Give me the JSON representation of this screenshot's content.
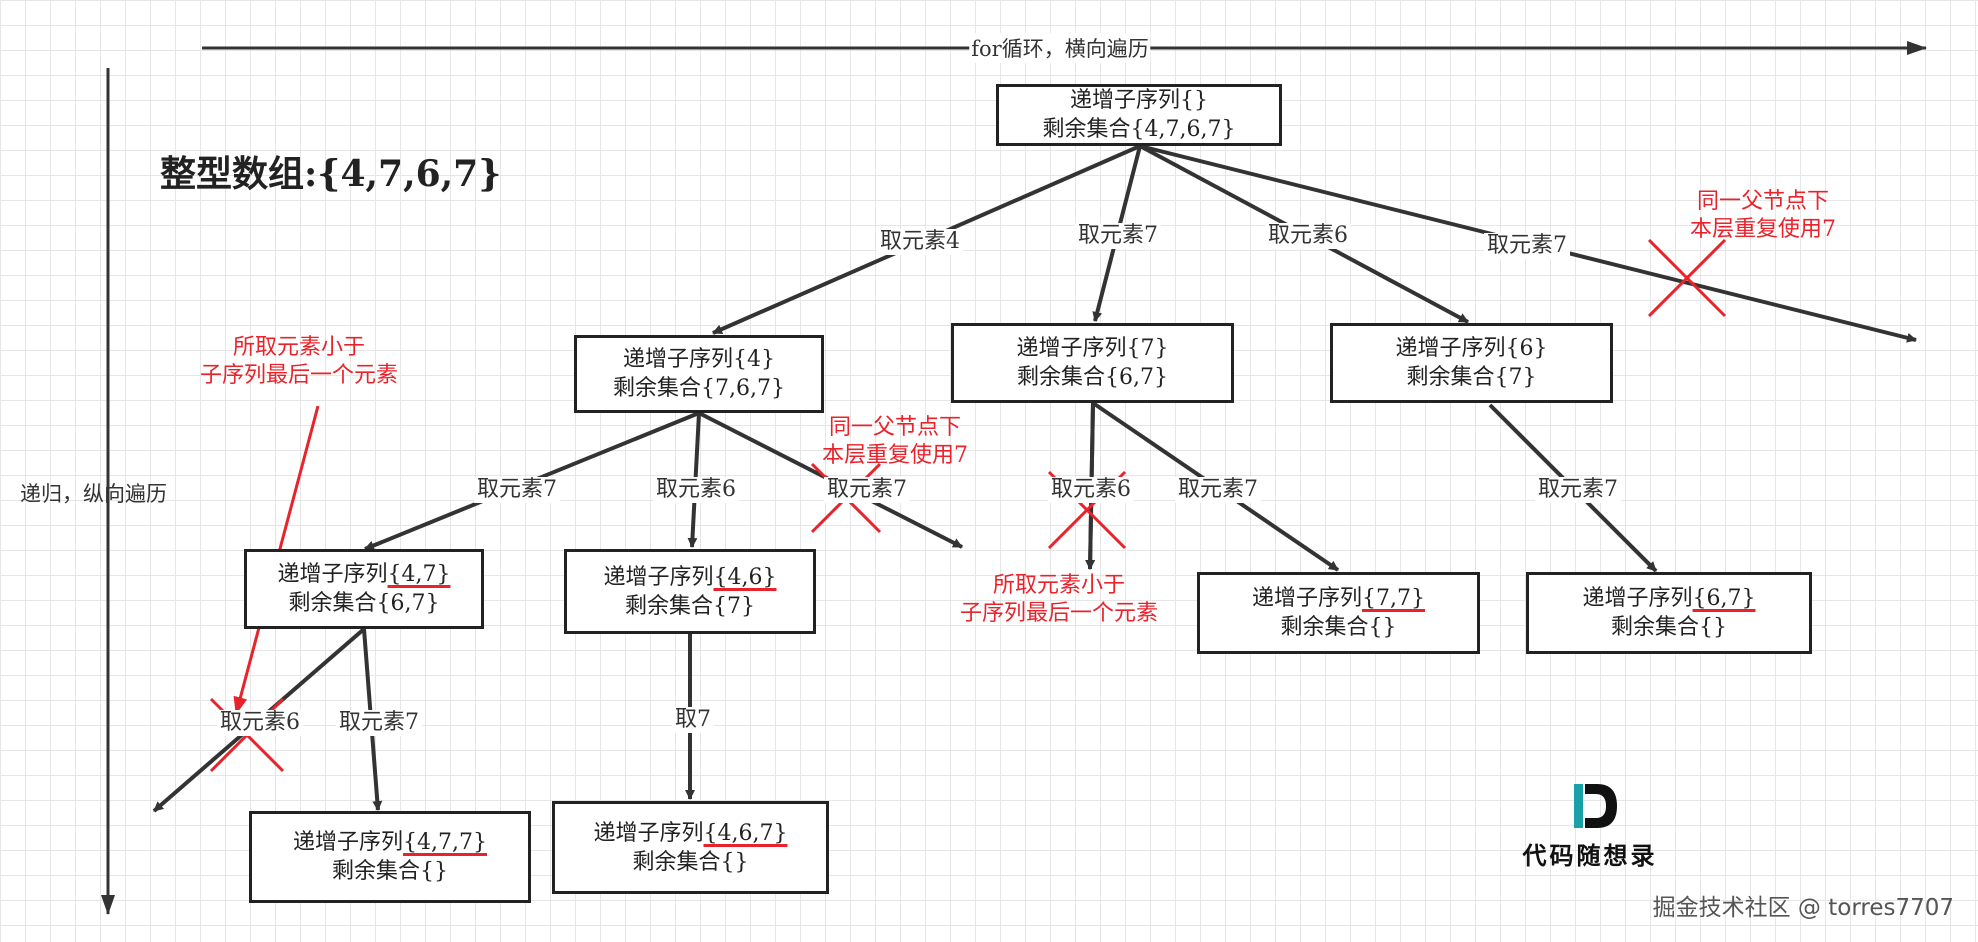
{
  "axes": {
    "horizontal_label": "for循环，横向遍历",
    "vertical_label": "递归，纵向遍历"
  },
  "title": "整型数组:{4,7,6,7}",
  "nodes": [
    {
      "line1_prefix": "递增子序列",
      "line1_hl": "{}",
      "highlight": false,
      "line2": "剩余集合{4,7,6,7}"
    },
    {
      "line1_prefix": "递增子序列",
      "line1_hl": "{4}",
      "highlight": false,
      "line2": "剩余集合{7,6,7}"
    },
    {
      "line1_prefix": "递增子序列",
      "line1_hl": "{7}",
      "highlight": false,
      "line2": "剩余集合{6,7}"
    },
    {
      "line1_prefix": "递增子序列",
      "line1_hl": "{6}",
      "highlight": false,
      "line2": "剩余集合{7}"
    },
    {
      "line1_prefix": "递增子序列",
      "line1_hl": "{4,7}",
      "highlight": true,
      "line2": "剩余集合{6,7}"
    },
    {
      "line1_prefix": "递增子序列",
      "line1_hl": "{4,6}",
      "highlight": true,
      "line2": "剩余集合{7}"
    },
    {
      "line1_prefix": "递增子序列",
      "line1_hl": "{7,7}",
      "highlight": true,
      "line2": "剩余集合{}"
    },
    {
      "line1_prefix": "递增子序列",
      "line1_hl": "{6,7}",
      "highlight": true,
      "line2": "剩余集合{}"
    },
    {
      "line1_prefix": "递增子序列",
      "line1_hl": "{4,7,7}",
      "highlight": true,
      "line2": "剩余集合{}"
    },
    {
      "line1_prefix": "递增子序列",
      "line1_hl": "{4,6,7}",
      "highlight": true,
      "line2": "剩余集合{}"
    }
  ],
  "edge_labels": [
    "取元素4",
    "取元素7",
    "取元素6",
    "取元素7",
    "取元素7",
    "取元素6",
    "取元素7",
    "取元素6",
    "取元素7",
    "取元素7",
    "取元素6",
    "取元素7",
    "取7"
  ],
  "annotations": {
    "same_parent_top": [
      "同一父节点下",
      "本层重复使用7"
    ],
    "same_parent_mid": [
      "同一父节点下",
      "本层重复使用7"
    ],
    "smaller_left": [
      "所取元素小于",
      "子序列最后一个元素"
    ],
    "smaller_mid": [
      "所取元素小于",
      "子序列最后一个元素"
    ]
  },
  "logo": {
    "glyph": "D",
    "text": "代码随想录"
  },
  "watermark": "掘金技术社区 @ torres7707",
  "colors": {
    "line": "#333333",
    "accent_red": "#e8232b",
    "logo_teal": "#1aa0a6"
  }
}
